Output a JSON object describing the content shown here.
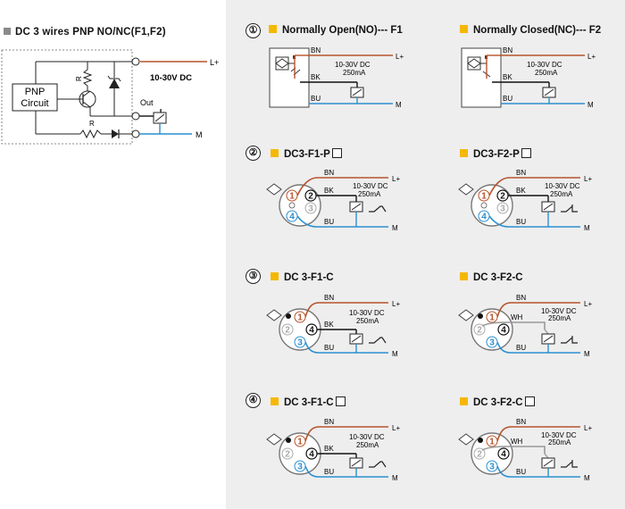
{
  "colors": {
    "brown": "#b5532b",
    "blue": "#2b8fd0",
    "black": "#111111",
    "grey": "#999999",
    "accent": "#f5b800"
  },
  "left": {
    "title": "DC 3 wires PNP NO/NC(F1,F2)",
    "pnp_line1": "PNP",
    "pnp_line2": "Circuit",
    "res_r": "R",
    "res_r2": "R",
    "out": "Out",
    "l_plus": "L+",
    "m": "M",
    "voltage": "10-30V DC"
  },
  "sections": [
    {
      "number": "①",
      "left_title": "Normally Open(NO)",
      "left_suffix": "--- F1",
      "right_title": "Normally Closed(NC)",
      "right_suffix": "--- F2"
    },
    {
      "number": "②",
      "left_title": "DC3-F1-P",
      "right_title": "DC3-F2-P"
    },
    {
      "number": "③",
      "left_title": "DC 3-F1-C",
      "right_title": "DC 3-F2-C"
    },
    {
      "number": "④",
      "left_title": "DC 3-F1-C",
      "right_title": "DC 3-F2-C"
    }
  ],
  "labels": {
    "bn": "BN",
    "bk": "BK",
    "bu": "BU",
    "wh": "WH",
    "l_plus": "L+",
    "m": "M",
    "voltage": "10-30V DC",
    "current": "250mA",
    "pin1": "1",
    "pin2": "2",
    "pin3": "3",
    "pin4": "4"
  }
}
